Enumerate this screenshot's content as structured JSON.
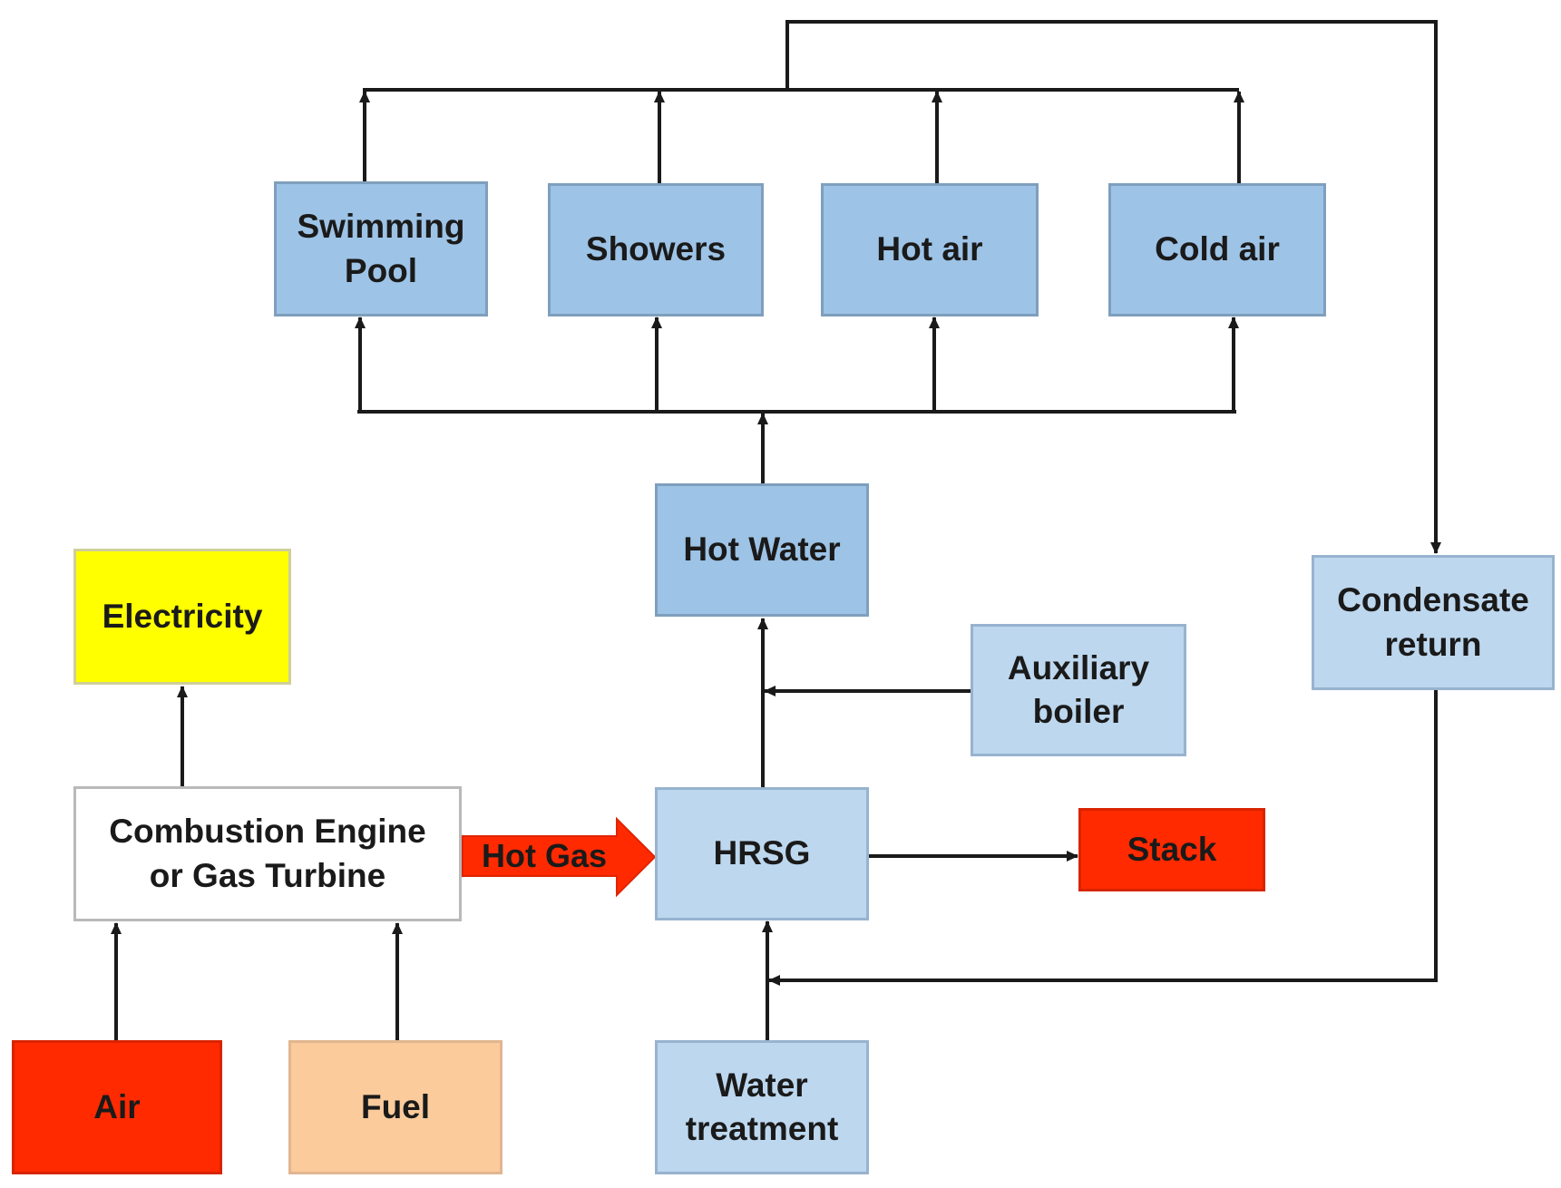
{
  "nodes": {
    "swimming_pool": "Swimming\nPool",
    "showers": "Showers",
    "hot_air": "Hot air",
    "cold_air": "Cold air",
    "hot_water": "Hot Water",
    "electricity": "Electricity",
    "condensate_return": "Condensate\nreturn",
    "auxiliary_boiler": "Auxiliary\nboiler",
    "combustion_engine": "Combustion Engine\nor Gas Turbine",
    "hrsg": "HRSG",
    "stack": "Stack",
    "air": "Air",
    "fuel": "Fuel",
    "water_treatment": "Water\ntreatment"
  },
  "edges": {
    "hot_gas": "Hot Gas"
  },
  "colors": {
    "mid_blue": "#9dc3e6",
    "light_blue": "#bdd7ee",
    "yellow": "#ffff00",
    "red": "#ff2a00",
    "peach": "#fbcb9c",
    "line": "#1a1a1a"
  }
}
